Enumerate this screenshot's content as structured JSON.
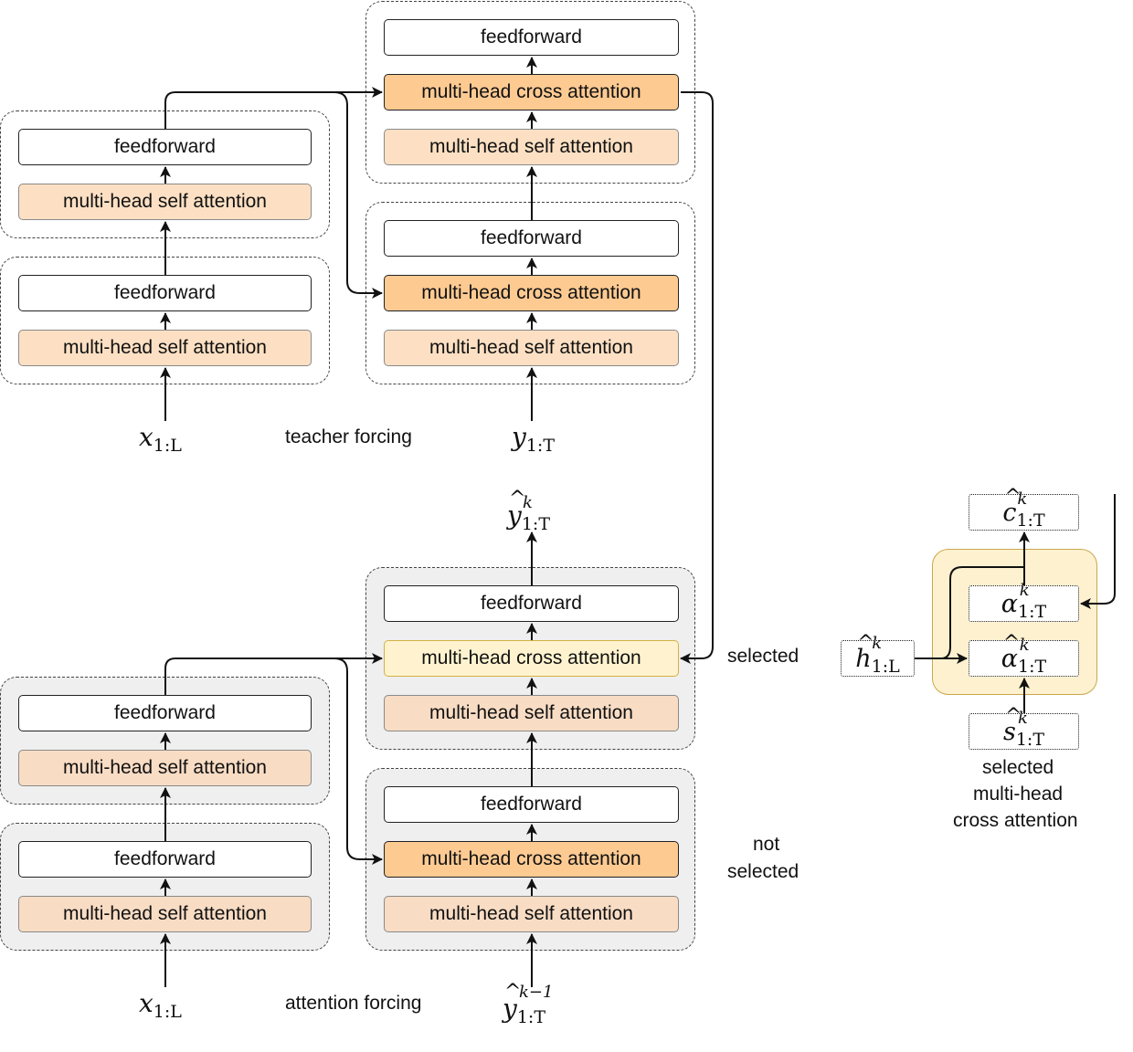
{
  "labels": {
    "ff": "feedforward",
    "self_attn": "multi-head self attention",
    "cross_attn": "multi-head cross attention",
    "teacher_forcing": "teacher forcing",
    "attention_forcing": "attention forcing",
    "selected": "selected",
    "not_selected_1": "not",
    "not_selected_2": "selected",
    "caption_1": "selected",
    "caption_2": "multi-head",
    "caption_3": "cross attention"
  },
  "math": {
    "x_top": {
      "base": "x",
      "sub": "1:L"
    },
    "y_top": {
      "base": "y",
      "sub": "1:T"
    },
    "yhat_k": {
      "base": "y",
      "sub": "1:T",
      "sup": "k"
    },
    "x_bottom": {
      "base": "x",
      "sub": "1:L"
    },
    "yhat_km1": {
      "base": "y",
      "sub": "1:T",
      "sup": "k−1"
    },
    "c_hat": {
      "base": "c",
      "sub": "1:T",
      "sup": "k"
    },
    "alpha": {
      "base": "α",
      "sub": "1:T",
      "sup": "k"
    },
    "alpha_hat": {
      "base": "α",
      "sub": "1:T",
      "sup": "k"
    },
    "h_hat": {
      "base": "h",
      "sub": "1:L",
      "sup": "k"
    },
    "s_hat": {
      "base": "s",
      "sub": "1:T",
      "sup": "k"
    }
  },
  "colors": {
    "self_attn": "#fde0c3",
    "cross_attn": "#fdca92",
    "cross_selected": "#fff3cf",
    "gold_panel": "#fdf1cf",
    "shaded_group": "#efefef"
  }
}
